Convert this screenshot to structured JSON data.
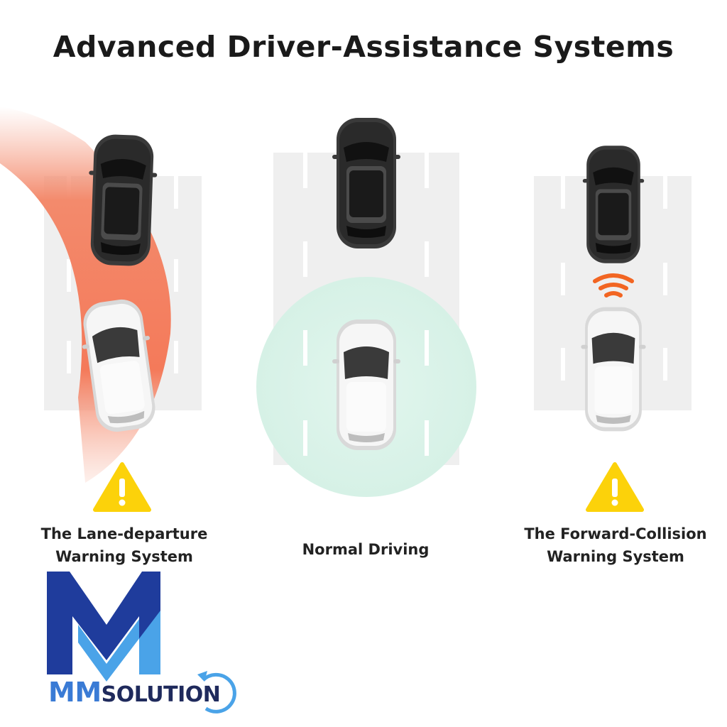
{
  "title": "Advanced Driver-Assistance Systems",
  "panels": [
    {
      "id": "lane-departure",
      "caption_lines": [
        "The Lane-departure",
        "Warning System"
      ],
      "highlight_color": "#f47a5a",
      "icon": "warning-icon"
    },
    {
      "id": "normal-driving",
      "caption_lines": [
        "Normal Driving"
      ],
      "highlight_color": "#dff3ea",
      "icon": ""
    },
    {
      "id": "forward-collision",
      "caption_lines": [
        "The Forward-Collision",
        "Warning System"
      ],
      "highlight_color": "#f26522",
      "icon": "warning-icon"
    }
  ],
  "colors": {
    "road": "#efefef",
    "lane_marking": "#ffffff",
    "warning": "#fcd20a",
    "dark_car": "#2e2e2e",
    "white_car": "#f4f4f4",
    "signal": "#f26522"
  },
  "logo": {
    "mark_text": "MM",
    "word_text": "SOLUTION",
    "primary_color": "#1f3c9c",
    "accent_color": "#4aa3e8"
  }
}
